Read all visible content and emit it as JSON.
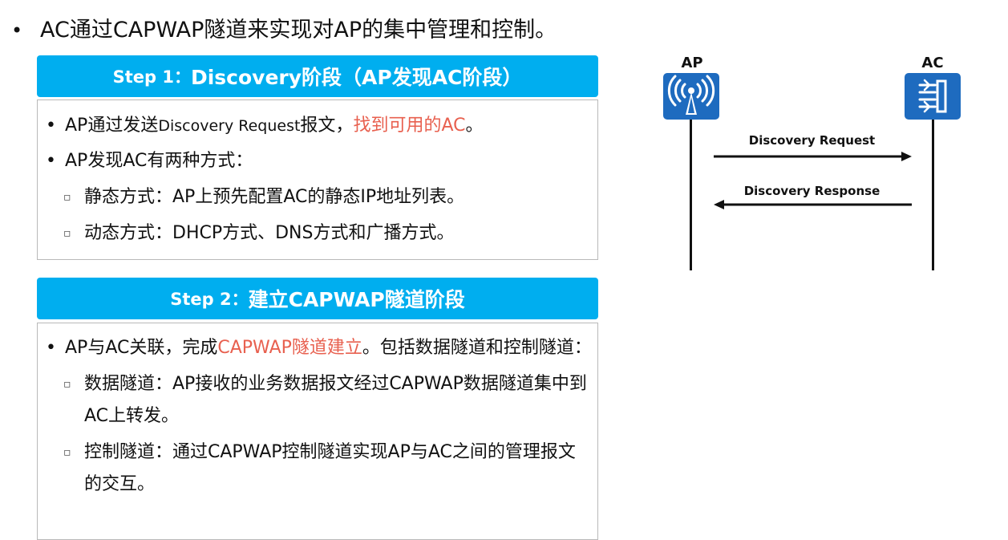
{
  "headline": {
    "bullet": "•",
    "text": "AC通过CAPWAP隧道来实现对AP的集中管理和控制。"
  },
  "step1": {
    "tag": "Step 1：",
    "title": "Discovery阶段（AP发现AC阶段）",
    "items": [
      {
        "before": "AP通过发送",
        "en": "Discovery Request",
        "middle": "报文，",
        "highlight": "找到可用的AC",
        "after": "。"
      }
    ],
    "item2": "AP发现AC有两种方式：",
    "subs": [
      "静态方式：AP上预先配置AC的静态IP地址列表。",
      "动态方式：DHCP方式、DNS方式和广播方式。"
    ]
  },
  "step2": {
    "tag": "Step 2：",
    "title": "建立CAPWAP隧道阶段",
    "item1": {
      "before": "AP与AC关联，完成",
      "highlight": "CAPWAP隧道建立",
      "after": "。包括数据隧道和控制隧道："
    },
    "subs": [
      "数据隧道：AP接收的业务数据报文经过CAPWAP数据隧道集中到AC上转发。",
      "控制隧道：通过CAPWAP控制隧道实现AP与AC之间的管理报文的交互。"
    ]
  },
  "diagram": {
    "ap_label": "AP",
    "ac_label": "AC",
    "msg1": "Discovery Request",
    "msg2": "Discovery Response",
    "device_color": "#1e6bbf"
  },
  "colors": {
    "header_bg": "#00aeef",
    "highlight": "#e8604f"
  }
}
